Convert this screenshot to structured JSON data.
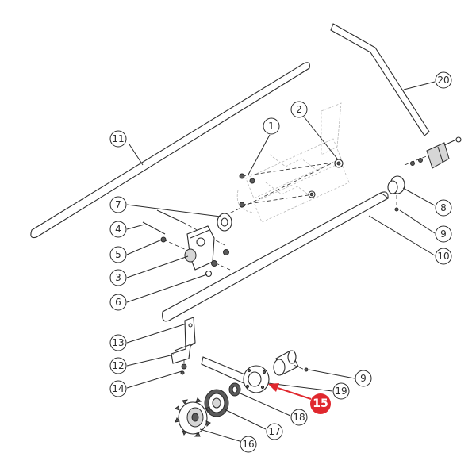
{
  "diagram": {
    "callouts": [
      {
        "id": "1",
        "label": "1"
      },
      {
        "id": "2",
        "label": "2"
      },
      {
        "id": "3",
        "label": "3"
      },
      {
        "id": "4",
        "label": "4"
      },
      {
        "id": "5",
        "label": "5"
      },
      {
        "id": "6",
        "label": "6"
      },
      {
        "id": "7",
        "label": "7"
      },
      {
        "id": "8",
        "label": "8"
      },
      {
        "id": "9a",
        "label": "9"
      },
      {
        "id": "9b",
        "label": "9"
      },
      {
        "id": "10",
        "label": "10"
      },
      {
        "id": "11",
        "label": "11"
      },
      {
        "id": "12",
        "label": "12"
      },
      {
        "id": "13",
        "label": "13"
      },
      {
        "id": "14",
        "label": "14"
      },
      {
        "id": "16",
        "label": "16"
      },
      {
        "id": "17",
        "label": "17"
      },
      {
        "id": "18",
        "label": "18"
      },
      {
        "id": "19",
        "label": "19"
      },
      {
        "id": "20",
        "label": "20"
      }
    ],
    "highlight": {
      "label": "15",
      "color": "#e0282e"
    }
  }
}
